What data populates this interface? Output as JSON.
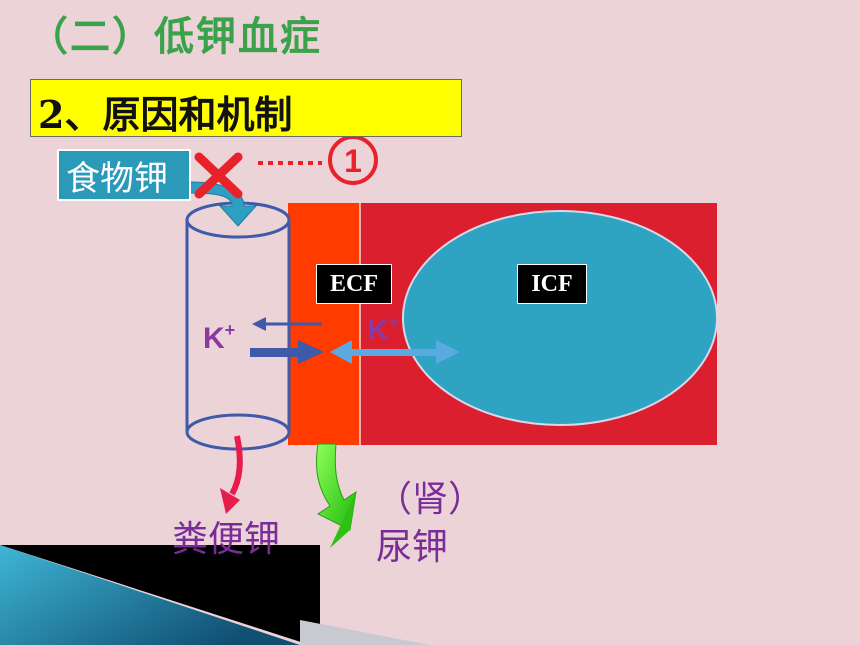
{
  "title": "（二）低钾血症",
  "subtitle": "2、原因和机制",
  "food_potassium": "食物钾",
  "circle_number": "①",
  "compartments": {
    "ecf": "ECF",
    "icf": "ICF"
  },
  "ion_label": "K",
  "ion_charge": "+",
  "stool_potassium": "粪便钾",
  "kidney": "（肾）",
  "urine_potassium": "尿钾",
  "colors": {
    "title": "#3aa24a",
    "highlight": "#ffff00",
    "ecf": "#ff3b00",
    "tissue": "#dc1f2e",
    "cell": "#2ea3c2",
    "vessel": "#3e5aa8",
    "block_mark": "#e8222a",
    "text_purple": "#7a2c98",
    "urine_arrow": "#44e01f",
    "stool_arrow": "#e81c4a"
  },
  "icons": {
    "block": "red-x-icon",
    "dotted": "dotted-line-icon",
    "intake": "curved-arrow-icon",
    "vessel": "cylinder-icon"
  }
}
